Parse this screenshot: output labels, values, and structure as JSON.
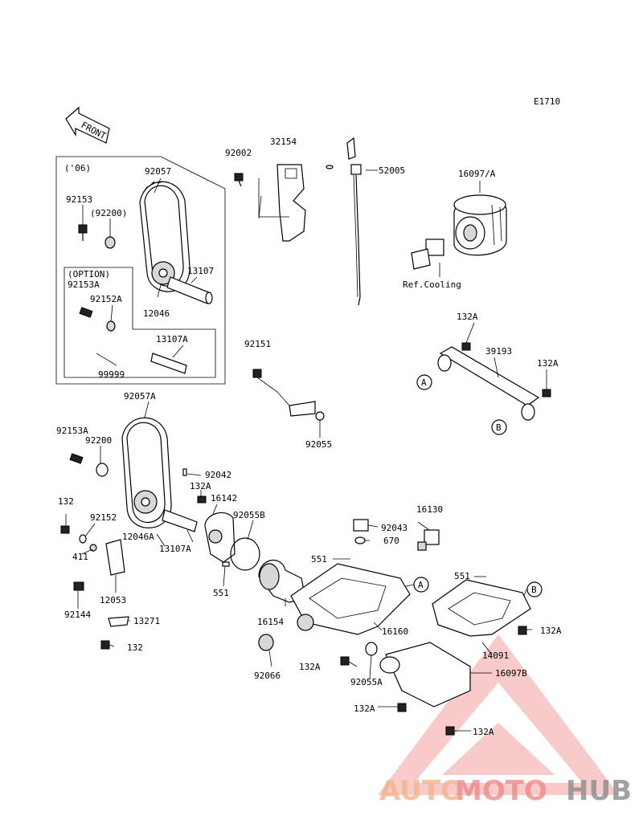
{
  "diagram_code": "E1710",
  "front_label": "FRONT",
  "box_labels": {
    "year": "('06)",
    "option": "(OPTION)"
  },
  "parts": {
    "p92057": "92057",
    "p92153": "92153",
    "p92200p": "(92200)",
    "p13107": "13107",
    "p12046": "12046",
    "p92153A_opt": "92153A",
    "p92152A": "92152A",
    "p13107A_opt": "13107A",
    "p99999": "99999",
    "p92002": "92002",
    "p32154": "32154",
    "p52005": "52005",
    "p16097A": "16097/A",
    "ref_cooling": "Ref.Cooling",
    "p132A_a": "132A",
    "p39193": "39193",
    "p132A_b": "132A",
    "p92151": "92151",
    "p92055": "92055",
    "p92057A": "92057A",
    "p92153A": "92153A",
    "p92200": "92200",
    "p92042": "92042",
    "p132A_c": "132A",
    "p16142": "16142",
    "p132": "132",
    "p92152": "92152",
    "p12046A": "12046A",
    "p13107A": "13107A",
    "p92055B": "92055B",
    "p16130": "16130",
    "p92043": "92043",
    "p670": "670",
    "p551_a": "551",
    "p411": "411",
    "p551_b": "551",
    "p551_c": "551",
    "p12053": "12053",
    "p92144": "92144",
    "p13271": "13271",
    "p132_b": "132",
    "p16154": "16154",
    "p16160": "16160",
    "p132A_d": "132A",
    "p14091": "14091",
    "p16097B": "16097B",
    "p92066": "92066",
    "p132A_e": "132A",
    "p92055A": "92055A",
    "p132A_f": "132A",
    "p132A_g": "132A"
  },
  "callouts": {
    "a1": "A",
    "b1": "B",
    "a2": "A",
    "b2": "B"
  },
  "watermark": {
    "part1": "AUTO",
    "part2": "MOTO",
    "part3": "HUB"
  },
  "colors": {
    "line": "#000000",
    "watermark_orange": "#f2b48a",
    "watermark_red": "#ef8a8a",
    "watermark_gray": "#8c8c8c"
  }
}
